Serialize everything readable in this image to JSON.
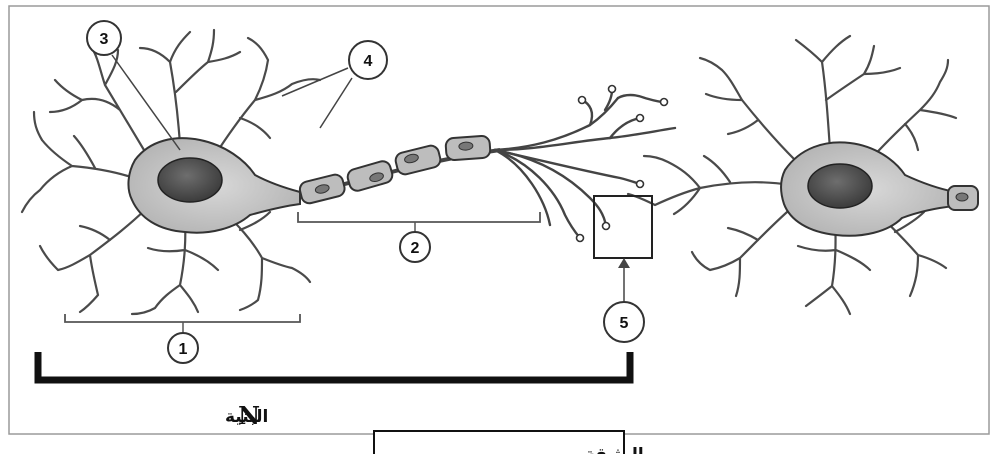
{
  "labels": {
    "n1": "1",
    "n2": "2",
    "n3": "3",
    "n4": "4",
    "n5": "5"
  },
  "structure": {
    "letter": "N",
    "word": "البنية"
  },
  "box_caption": "الوثيقة"
}
